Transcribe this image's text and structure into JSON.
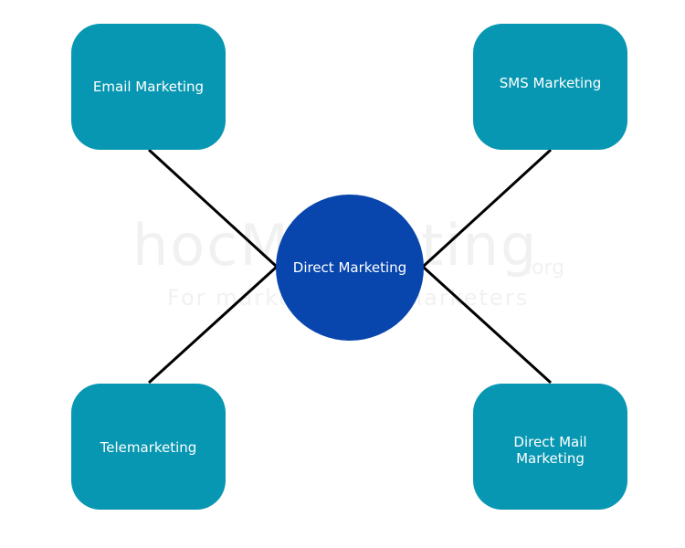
{
  "colors": {
    "node_fill": "#0897b2",
    "center_fill": "#0846ae",
    "line": "#000000",
    "text": "#ffffff",
    "watermark": "#f1f1f1"
  },
  "watermark": {
    "main": "hocMarketing",
    "suffix": ".org",
    "tagline": "For marketers, by marketers"
  },
  "center": {
    "label": "Direct Marketing"
  },
  "nodes": {
    "email": {
      "label": "Email Marketing"
    },
    "sms": {
      "label": "SMS Marketing"
    },
    "tele": {
      "label": "Telemarketing"
    },
    "mail": {
      "line1": "Direct Mail",
      "line2": "Marketing"
    }
  }
}
